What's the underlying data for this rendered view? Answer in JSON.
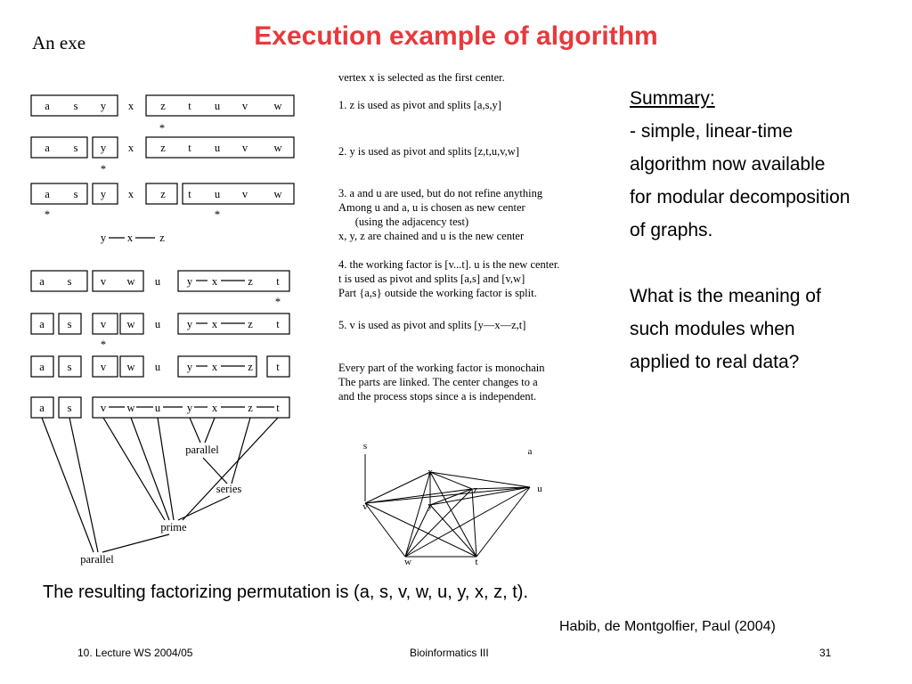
{
  "slide": {
    "title": "Execution example of algorithm",
    "scan_heading": "An exe",
    "steps": [
      [
        "vertex x is selected as the first center."
      ],
      [
        "1. z is used as pivot and splits [a,s,y]"
      ],
      [
        "2. y is used as pivot and splits [z,t,u,v,w]"
      ],
      [
        "3. a and u are used, but do not refine anything",
        "Among u and a, u is chosen as new center",
        "      (using the adjacency test)",
        "x, y, z are chained and u is the new center"
      ],
      [
        "4. the working factor is [v...t]. u is the new center.",
        "t is used as pivot and splits [a,s] and [v,w]",
        "Part {a,s} outside the working factor is split."
      ],
      [
        "5. v is used as pivot and splits [y—x—z,t]"
      ],
      [
        "Every part of the working factor is monochain",
        "The parts are linked. The center changes to a",
        "and the process stops since a is independent."
      ]
    ],
    "tree_labels": {
      "parallel_top": "parallel",
      "series": "series",
      "prime": "prime",
      "parallel_bottom": "parallel"
    },
    "graph_nodes": [
      "s",
      "a",
      "x",
      "z",
      "u",
      "v",
      "y",
      "w",
      "t"
    ],
    "summary": {
      "heading": "Summary:",
      "lines": [
        "- simple, linear-time",
        "algorithm now available",
        "for modular decomposition",
        "of graphs.",
        "",
        "What is the meaning of",
        "such modules when",
        "applied to real data?"
      ]
    },
    "result": "The resulting factorizing permutation is (a, s, v, w, u, y, x, z, t).",
    "citation": "Habib, de Montgolfier, Paul (2004)",
    "footer": {
      "left": "10. Lecture WS 2004/05",
      "center": "Bioinformatics III",
      "page": "31"
    }
  }
}
